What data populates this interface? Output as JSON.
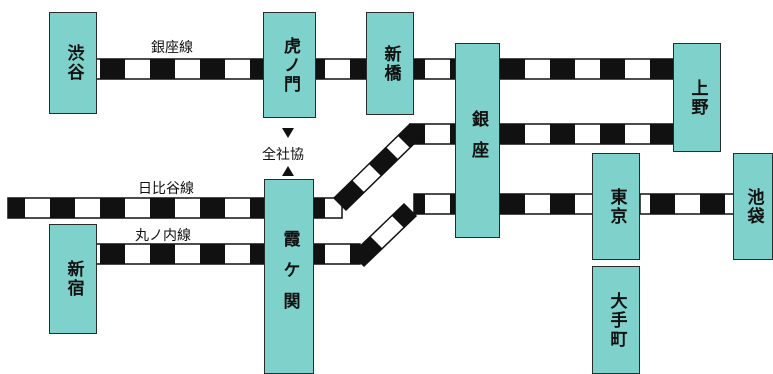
{
  "lines": {
    "ginza": "銀座線",
    "hibiya": "日比谷線",
    "marunouchi": "丸ノ内線"
  },
  "stations": {
    "shibuya": "渋谷",
    "toranomon": "虎ノ門",
    "shinbashi": "新橋",
    "ginza": "銀座",
    "ueno": "上野",
    "kasumigaseki": "霞ケ関",
    "shinjuku": "新宿",
    "tokyo": "東京",
    "ikebukuro": "池袋",
    "otemachi": "大手町"
  },
  "annotations": {
    "zenshakyo": "全社協"
  },
  "colors": {
    "station_fill": "#7fd1cb",
    "track_dark": "#111111",
    "track_light": "#ffffff"
  }
}
